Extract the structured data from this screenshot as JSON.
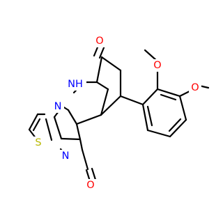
{
  "molecule": {
    "atoms": {
      "o_top": {
        "text": "O",
        "color": "#ff0000"
      },
      "nh": {
        "text": "NH",
        "color": "#0000ff"
      },
      "n_fused": {
        "text": "N",
        "color": "#0000ff"
      },
      "n_ring": {
        "text": "N",
        "color": "#0000ff"
      },
      "s": {
        "text": "S",
        "color": "#b8b800"
      },
      "o_bottom": {
        "text": "O",
        "color": "#ff0000"
      },
      "o_methoxy_upper": {
        "text": "O",
        "color": "#ff0000"
      },
      "o_methoxy_lower": {
        "text": "O",
        "color": "#ff0000"
      }
    },
    "bond_color": "#000000"
  }
}
